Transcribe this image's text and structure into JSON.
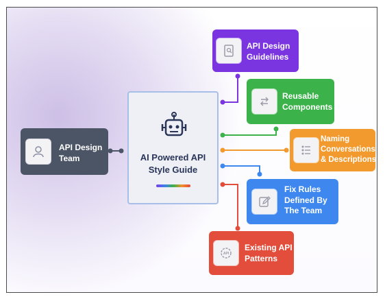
{
  "team": {
    "label": "API Design Team",
    "icon": "person-icon",
    "color": "#4c5566"
  },
  "central": {
    "title": "AI Powered API Style Guide",
    "icon": "robot-icon"
  },
  "branches": [
    {
      "label": "API Design Guidelines",
      "icon": "document-search-icon",
      "color": "#7a34e0"
    },
    {
      "label": "Reusable Components",
      "icon": "swap-arrows-icon",
      "color": "#3cb24b"
    },
    {
      "label": "Naming Conversations & Descriptions",
      "icon": "list-icon",
      "color": "#f39a2e"
    },
    {
      "label": "Fix Rules Defined By The Team",
      "icon": "edit-icon",
      "color": "#3d87ee"
    },
    {
      "label": "Existing API Patterns",
      "icon": "api-gear-icon",
      "color": "#e24e3b"
    }
  ]
}
